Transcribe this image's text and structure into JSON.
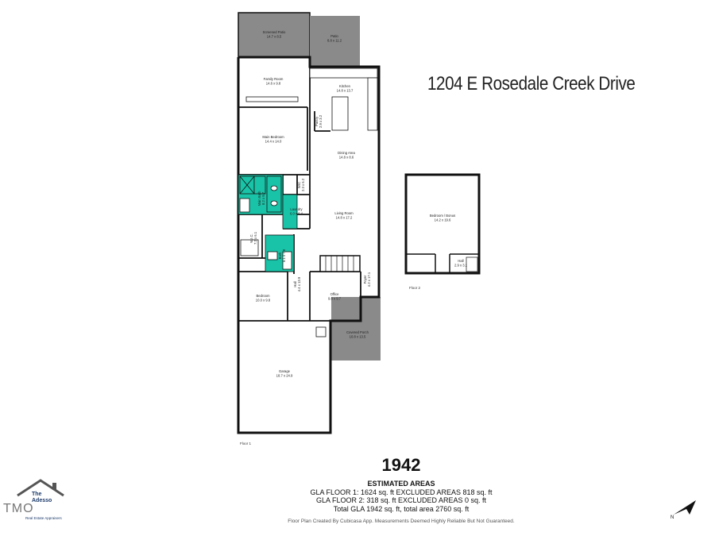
{
  "address": "1204 E Rosedale Creek Drive",
  "total_sqft": "1942",
  "estimated": {
    "title": "ESTIMATED AREAS",
    "line1": "GLA FLOOR 1: 1624 sq. ft EXCLUDED AREAS 818 sq. ft",
    "line2": "GLA FLOOR 2: 318 sq. ft EXCLUDED AREAS 0 sq. ft",
    "line3": "Total GLA 1942 sq. ft, total area 2760 sq. ft"
  },
  "footer": "Floor Plan Created By Cubicasa App. Measurements Deemed Highly Reliable But Not Guaranteed.",
  "logo": {
    "brand1": "The",
    "brand2": "Adesso",
    "letters": "TMO",
    "tagline": "Real Estate Appraisers"
  },
  "floor_labels": {
    "floor1": "Floor 1",
    "floor2": "Floor 2"
  },
  "rooms": {
    "screened_patio": {
      "name": "Screened Patio",
      "dims": "14.7 x 8.5"
    },
    "patio": {
      "name": "Patio",
      "dims": "8.8 x 11.2"
    },
    "family_room": {
      "name": "Family Room",
      "dims": "14.6 x 9.8"
    },
    "kitchen": {
      "name": "Kitchen",
      "dims": "14.8 x 13.7"
    },
    "pantry": {
      "name": "Pantry",
      "dims": "2.9 x 3.2"
    },
    "main_bedroom": {
      "name": "Main Bedroom",
      "dims": "14.4 x 14.0"
    },
    "dining": {
      "name": "Dining Area",
      "dims": "14.8 x 8.6"
    },
    "wic_top": {
      "name": "WIC",
      "dims": "2.3 x 6.2"
    },
    "main_bath": {
      "name": "Main Bath",
      "dims": "8.2 x 9.7"
    },
    "laundry": {
      "name": "Laundry",
      "dims": "6.0 x 6.4"
    },
    "living": {
      "name": "Living Room",
      "dims": "14.8 x 17.2"
    },
    "wic": {
      "name": "W.I.C.",
      "dims": "7.2 x 6.1"
    },
    "bath": {
      "name": "Bath",
      "dims": "8.1 x 7.8"
    },
    "hall": {
      "name": "Hall",
      "dims": "4.4 x 13.9"
    },
    "foyer": {
      "name": "Foyer",
      "dims": "4.2 x 17.1"
    },
    "bedroom": {
      "name": "Bedroom",
      "dims": "10.0 x 9.8"
    },
    "office": {
      "name": "Office",
      "dims": "9.8 x 9.7"
    },
    "covered_porch": {
      "name": "Covered Porch",
      "dims": "10.8 x 13.5"
    },
    "garage": {
      "name": "Garage",
      "dims": "18.7 x 24.9"
    },
    "bonus": {
      "name": "Bedroom / Bonus",
      "dims": "14.2 x 19.6"
    },
    "hall2": {
      "name": "Hall",
      "dims": "2.9 x 3.1"
    }
  },
  "colors": {
    "wall": "#111111",
    "outdoor": "#8a8a8a",
    "bath": "#19c3a7"
  }
}
